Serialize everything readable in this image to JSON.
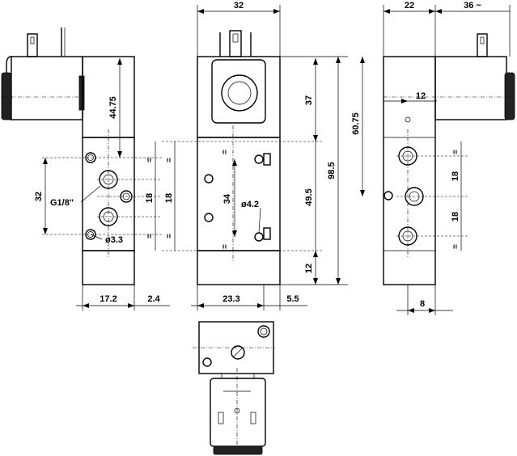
{
  "dims": {
    "top_width": "32",
    "right_width": "22",
    "right_coil": "36 ~",
    "coil_top": "44.75",
    "coil_height": "37",
    "right_offset": "12",
    "height_mid": "60.75",
    "height_total": "98.5",
    "port_spacing": "49.5",
    "port_center": "34",
    "bottom_height": "12",
    "side_pitch": "32",
    "port_thread": "G1/8\"",
    "mount_hole": "ø3.3",
    "center_hole": "ø4.2",
    "pitch_18a": "18",
    "pitch_18b": "18",
    "right_18a": "18",
    "right_18b": "18",
    "bottom_left_a": "17.2",
    "bottom_left_b": "2.4",
    "bottom_mid_a": "23.3",
    "bottom_mid_b": "5.5",
    "bottom_right": "8",
    "equal_mark": "="
  }
}
